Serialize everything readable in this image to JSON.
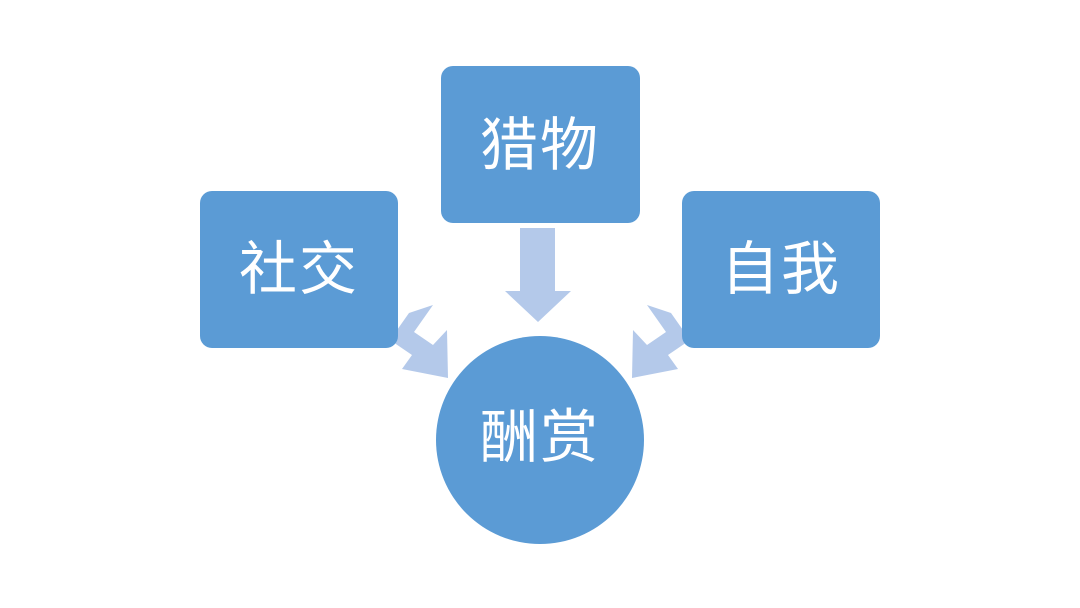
{
  "diagram": {
    "nodes": {
      "social": "社交",
      "hunt": "猎物",
      "self": "自我",
      "reward": "酬赏"
    }
  },
  "colors": {
    "node_fill": "#5b9bd5",
    "arrow_fill": "#b4c9ea",
    "text": "#ffffff",
    "background": "#ffffff"
  }
}
